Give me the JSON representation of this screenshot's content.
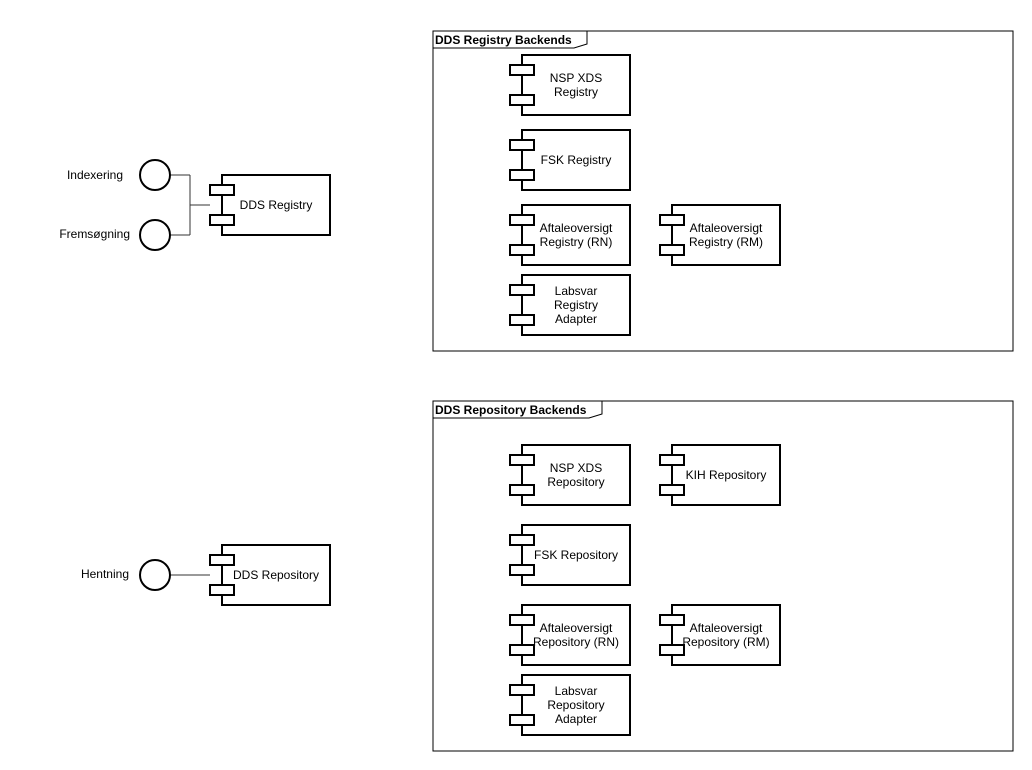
{
  "colors": {
    "stroke": "#000000",
    "fill": "#ffffff",
    "thin_stroke": "#333333"
  },
  "frames": {
    "registry": {
      "title": "DDS Registry Backends"
    },
    "repository": {
      "title": "DDS Repository Backends"
    }
  },
  "interfaces": {
    "indexering": "Indexering",
    "fremsoegning": "Fremsøgning",
    "hentning": "Hentning"
  },
  "components": {
    "dds_registry": {
      "lines": [
        "DDS Registry"
      ]
    },
    "dds_repository": {
      "lines": [
        "DDS Repository"
      ]
    },
    "nsp_xds_registry": {
      "lines": [
        "NSP XDS",
        "Registry"
      ]
    },
    "fsk_registry": {
      "lines": [
        "FSK Registry"
      ]
    },
    "aftale_registry_rn": {
      "lines": [
        "Aftaleoversigt",
        "Registry (RN)"
      ]
    },
    "aftale_registry_rm": {
      "lines": [
        "Aftaleoversigt",
        "Registry (RM)"
      ]
    },
    "labsvar_registry": {
      "lines": [
        "Labsvar",
        "Registry",
        "Adapter"
      ]
    },
    "nsp_xds_repository": {
      "lines": [
        "NSP XDS",
        "Repository"
      ]
    },
    "kih_repository": {
      "lines": [
        "KIH Repository"
      ]
    },
    "fsk_repository": {
      "lines": [
        "FSK Repository"
      ]
    },
    "aftale_repository_rn": {
      "lines": [
        "Aftaleoversigt",
        "Repository (RN)"
      ]
    },
    "aftale_repository_rm": {
      "lines": [
        "Aftaleoversigt",
        "Repository (RM)"
      ]
    },
    "labsvar_repository": {
      "lines": [
        "Labsvar",
        "Repository",
        "Adapter"
      ]
    }
  }
}
